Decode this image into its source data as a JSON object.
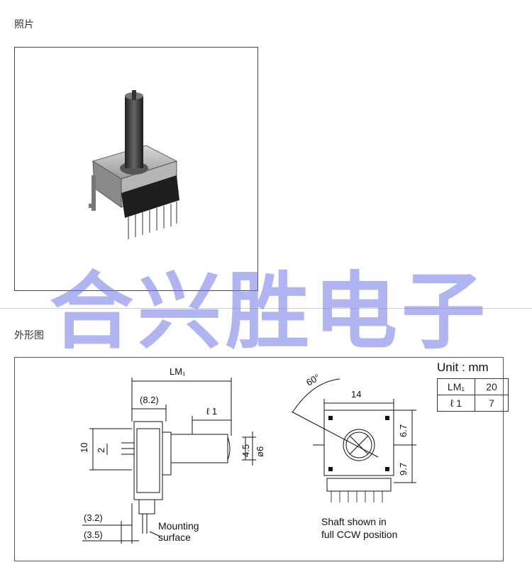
{
  "photo_section": {
    "heading": "照片"
  },
  "drawing_section": {
    "heading": "外形图"
  },
  "watermark": {
    "text": "合兴胜电子"
  },
  "drawing": {
    "dims": {
      "lm1": "LM₁",
      "d82": "(8.2)",
      "l1": "ℓ 1",
      "ten": "10",
      "two": "2",
      "d45": "4.5",
      "phi6": "ø6",
      "d32": "(3.2)",
      "d35": "(3.5)",
      "sixty": "60°",
      "fourteen": "14",
      "d67": "6.7",
      "d97": "9.7"
    },
    "mounting_line1": "Mounting",
    "mounting_line2": "surface",
    "shaft_line1": "Shaft shown in",
    "shaft_line2": "full CCW position"
  },
  "unit_table": {
    "title": "Unit : mm",
    "rows": [
      {
        "key": "LM₁",
        "value": "20"
      },
      {
        "key": "ℓ 1",
        "value": "7"
      }
    ]
  }
}
